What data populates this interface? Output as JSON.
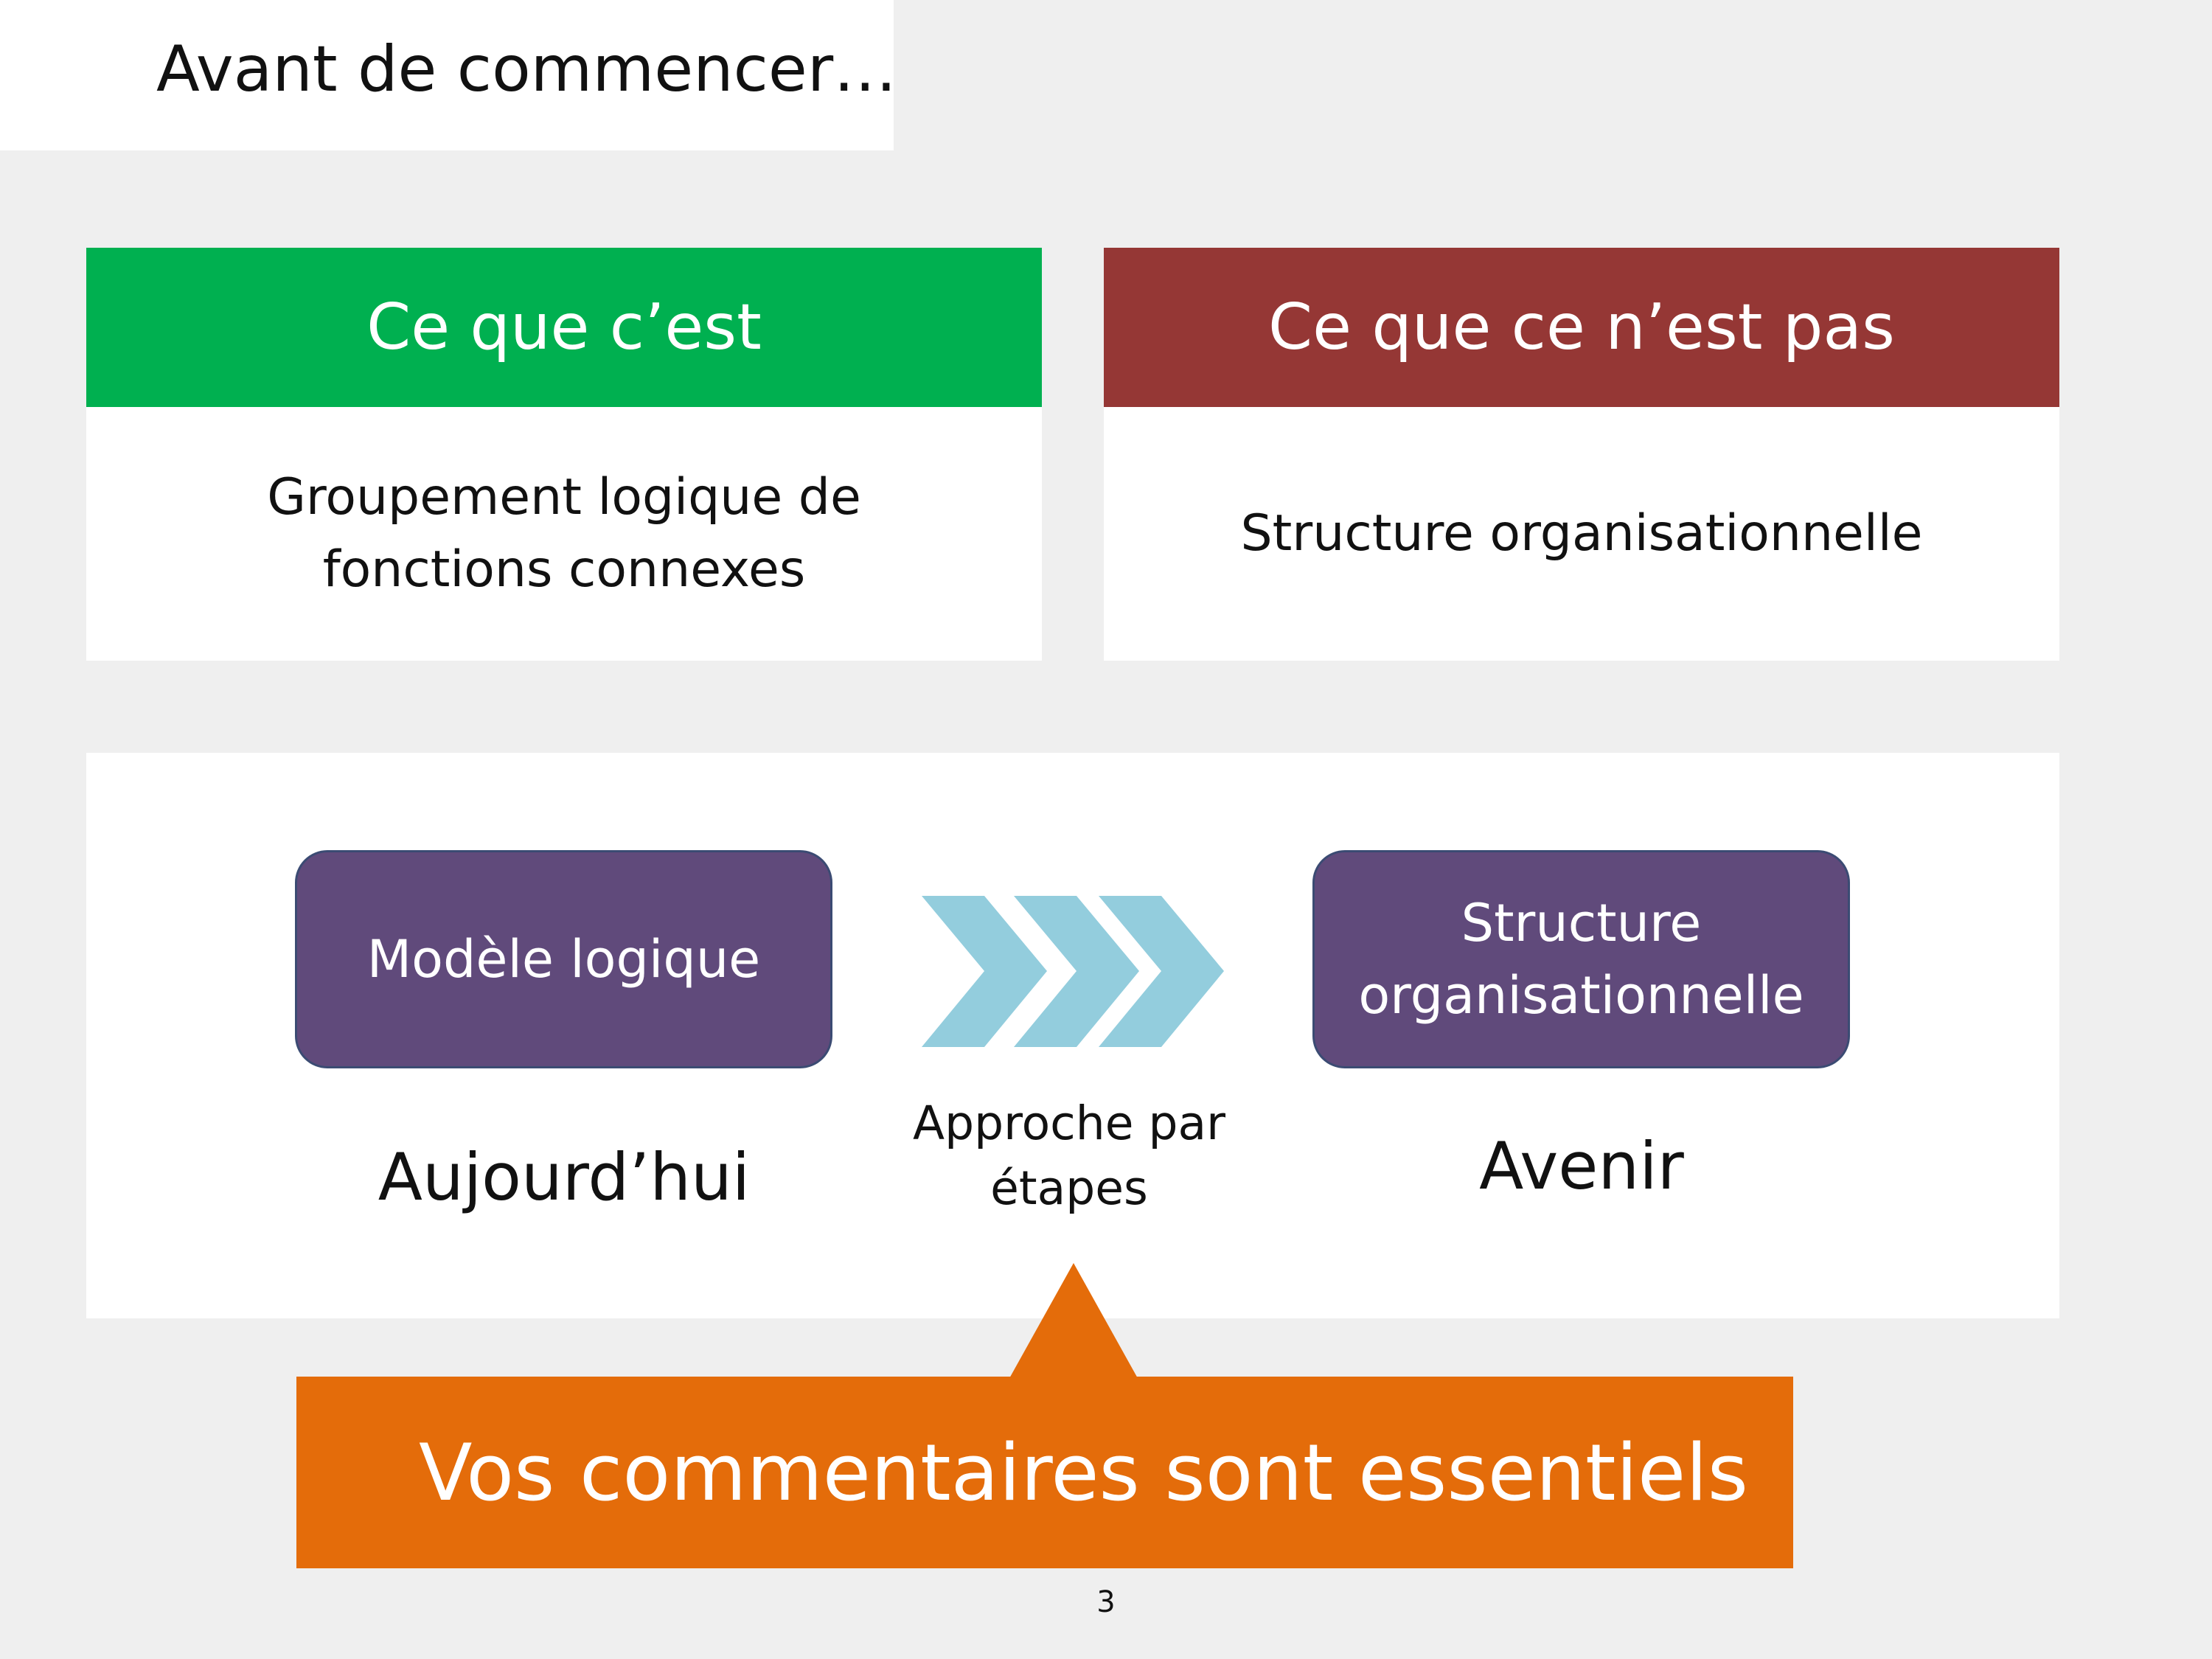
{
  "slide": {
    "title": "Avant de commencer…",
    "page_number": "3"
  },
  "what_it_is": {
    "header": "Ce que c’est",
    "body": "Groupement logique de fonctions connexes",
    "color": "#00b050"
  },
  "what_it_is_not": {
    "header": "Ce que ce n’est pas",
    "body": "Structure organisationnelle",
    "color": "#953735"
  },
  "transition": {
    "current_box": "Modèle logique",
    "current_label": "Aujourd’hui",
    "approach_label": "Approche par étapes",
    "future_box": "Structure organisationnelle",
    "future_label": "Avenir",
    "box_color": "#604a7b",
    "arrow_color": "#93cddd",
    "arrow_icon": "triple-chevron-right-icon"
  },
  "callout": {
    "text": "Vos commentaires sont essentiels",
    "color": "#e46c0a"
  }
}
